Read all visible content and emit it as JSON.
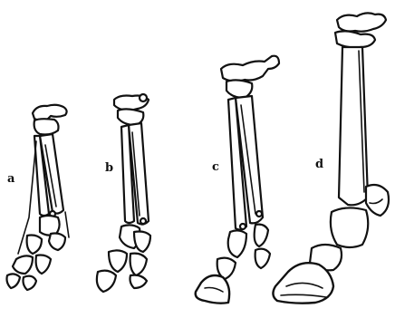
{
  "figure": {
    "labels": {
      "a": "a",
      "b": "b",
      "c": "c",
      "d": "d"
    }
  },
  "colors": {
    "ink": "#111111",
    "paper": "#ffffff"
  }
}
